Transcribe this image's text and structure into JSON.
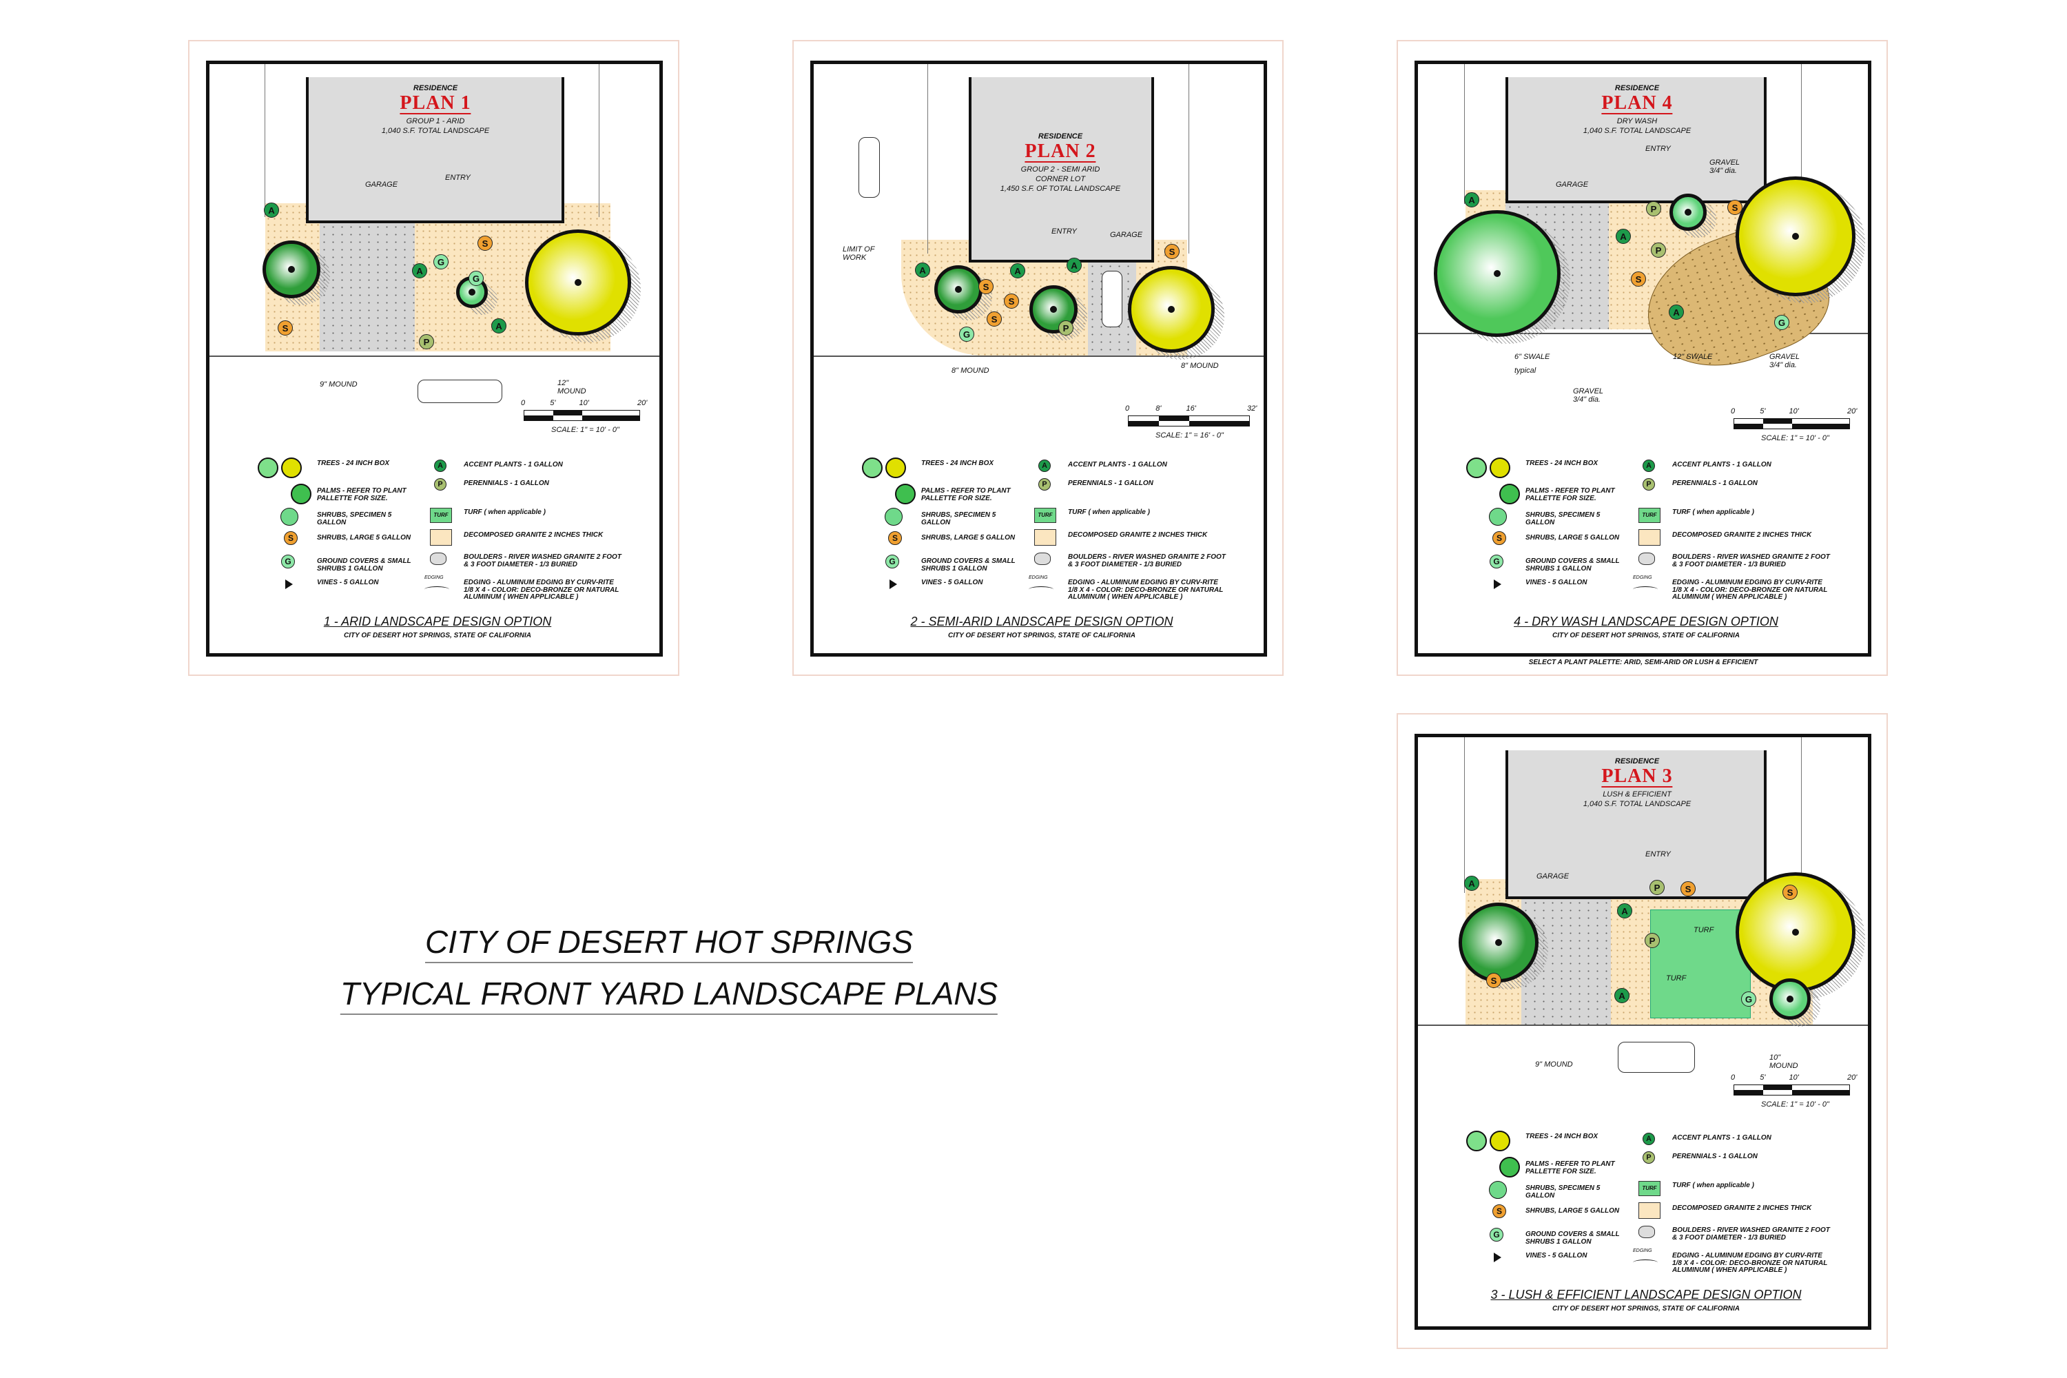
{
  "main_title": {
    "line1": "CITY OF DESERT HOT SPRINGS",
    "line2": "TYPICAL FRONT YARD LANDSCAPE PLANS"
  },
  "legend": {
    "left": [
      "TREES - 24 INCH BOX",
      "PALMS - REFER TO PLANT PALLETTE FOR SIZE.",
      "SHRUBS, SPECIMEN 5 GALLON",
      "SHRUBS, LARGE 5 GALLON",
      "GROUND COVERS & SMALL SHRUBS 1 GALLON",
      "VINES - 5 GALLON"
    ],
    "right": [
      "ACCENT PLANTS - 1 GALLON",
      "PERENNIALS - 1 GALLON",
      "TURF  ( when applicable )",
      "DECOMPOSED GRANITE 2 INCHES THICK",
      "BOULDERS - RIVER WASHED GRANITE 2 FOOT & 3 FOOT DIAMETER - 1/3 BURIED",
      "EDGING - ALUMINUM EDGING BY CURV-RITE 1/8 X 4  -  COLOR: DECO-BRONZE OR NATURAL ALUMINUM ( WHEN APPLICABLE )"
    ],
    "turf_swatch": "TURF",
    "edging_label": "EDGING",
    "symbols": {
      "accent": "A",
      "perennial": "P",
      "shrub_large": "S",
      "ground_cover": "G"
    }
  },
  "colors": {
    "plan_red": "#d4161c",
    "tree_green": "#3fbf4f",
    "tree_yellow": "#e0e000",
    "dg": "#fbe6c0",
    "turf": "#6fd98a",
    "shrub_orange": "#f0a030"
  },
  "sheets": [
    {
      "residence": "RESIDENCE",
      "plan": "PLAN 1",
      "group": "GROUP 1 - ARID",
      "area": "1,040 S.F. TOTAL LANDSCAPE",
      "labels": [
        "ENTRY",
        "GARAGE",
        "9\" MOUND",
        "12\" MOUND"
      ],
      "scale_ticks": [
        "0",
        "5'",
        "10'",
        "20'"
      ],
      "scale": "SCALE:   1\" = 10' - 0\"",
      "title": "1 - ARID LANDSCAPE DESIGN OPTION",
      "subtitle": "CITY OF DESERT HOT SPRINGS, STATE OF CALIFORNIA"
    },
    {
      "residence": "RESIDENCE",
      "plan": "PLAN 2",
      "group": "GROUP 2 - SEMI ARID",
      "group2": "CORNER  LOT",
      "area": "1,450 S.F. OF TOTAL LANDSCAPE",
      "labels": [
        "ENTRY",
        "GARAGE",
        "LIMIT OF WORK",
        "8\" MOUND",
        "8\" MOUND"
      ],
      "scale_ticks": [
        "0",
        "8'",
        "16'",
        "32'"
      ],
      "scale": "SCALE:   1\" = 16' - 0\"",
      "title": "2 - SEMI-ARID LANDSCAPE DESIGN OPTION",
      "subtitle": "CITY OF DESERT HOT SPRINGS, STATE OF CALIFORNIA"
    },
    {
      "residence": "RESIDENCE",
      "plan": "PLAN 4",
      "group": "DRY  WASH",
      "area": "1,040 S.F. TOTAL LANDSCAPE",
      "labels": [
        "ENTRY",
        "GARAGE",
        "GRAVEL 3/4\" dia.",
        "6\" SWALE",
        "typical",
        "GRAVEL 3/4\" dia.",
        "12\" SWALE",
        "GRAVEL 3/4\" dia."
      ],
      "scale_ticks": [
        "0",
        "5'",
        "10'",
        "20'"
      ],
      "scale": "SCALE:   1\" = 10' - 0\"",
      "title": "4 - DRY WASH LANDSCAPE DESIGN OPTION",
      "subtitle": "CITY OF DESERT HOT SPRINGS, STATE OF CALIFORNIA",
      "note": "SELECT A PLANT PALETTE:  ARID, SEMI-ARID OR LUSH & EFFICIENT"
    },
    {
      "residence": "RESIDENCE",
      "plan": "PLAN 3",
      "group": "LUSH & EFFICIENT",
      "area": "1,040 S.F. TOTAL LANDSCAPE",
      "labels": [
        "ENTRY",
        "GARAGE",
        "TURF",
        "TURF",
        "9\" MOUND",
        "10\" MOUND"
      ],
      "scale_ticks": [
        "0",
        "5'",
        "10'",
        "20'"
      ],
      "scale": "SCALE:   1\" = 10' - 0\"",
      "title": "3 - LUSH & EFFICIENT LANDSCAPE DESIGN OPTION",
      "subtitle": "CITY OF DESERT HOT SPRINGS, STATE OF CALIFORNIA"
    }
  ]
}
